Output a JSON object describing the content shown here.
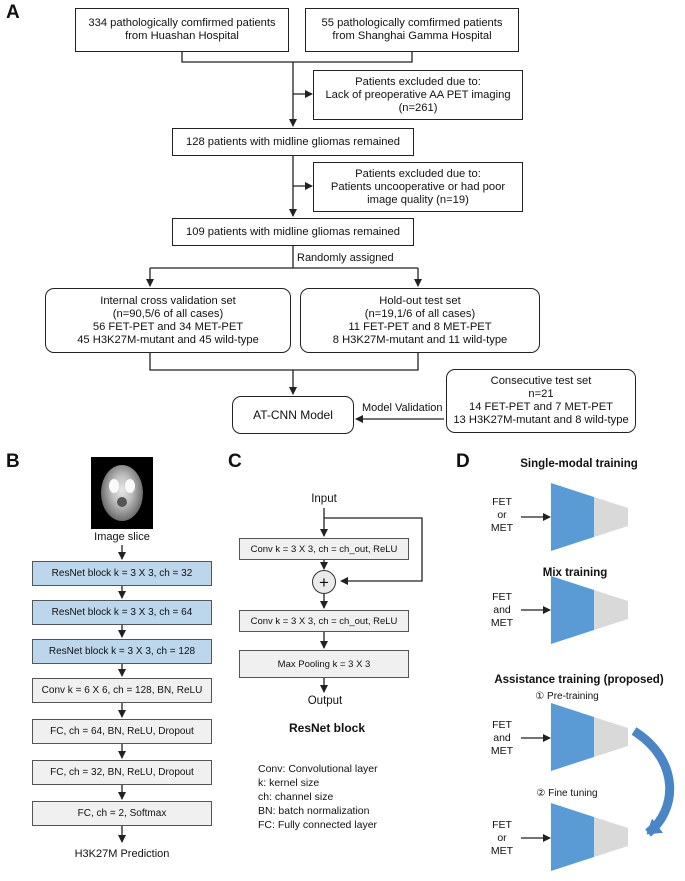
{
  "panels": {
    "a": "A",
    "b": "B",
    "c": "C",
    "d": "D"
  },
  "flow": {
    "source1": [
      "334 pathologically comfirmed patients",
      "from Huashan Hospital"
    ],
    "source2": [
      "55 pathologically comfirmed patients",
      "from Shanghai Gamma Hospital"
    ],
    "excluded1": [
      "Patients excluded due to:",
      "Lack of preoperative AA PET imaging",
      "(n=261)"
    ],
    "remained1": "128 patients with midline gliomas remained",
    "excluded2": [
      "Patients excluded due to:",
      "Patients uncooperative or had poor",
      "image quality (n=19)"
    ],
    "remained2": "109 patients with midline gliomas remained",
    "randomly": "Randomly assigned",
    "internal": [
      "Internal cross validation set",
      "(n=90,5/6 of all cases)",
      "56 FET-PET and 34 MET-PET",
      "45 H3K27M-mutant and 45 wild-type"
    ],
    "holdout": [
      "Hold-out test  set",
      "(n=19,1/6 of all cases)",
      "11 FET-PET and 8 MET-PET",
      "8 H3K27M-mutant and 11 wild-type"
    ],
    "model": "AT-CNN Model",
    "validation": "Model Validation",
    "consecutive": [
      "Consecutive test set",
      "n=21",
      "14 FET-PET and 7 MET-PET",
      "13 H3K27M-mutant and 8 wild-type"
    ]
  },
  "network": {
    "image_label": "Image slice",
    "blocks": [
      {
        "label": "ResNet block k = 3 X 3, ch = 32",
        "kind": "blue"
      },
      {
        "label": "ResNet block k = 3 X 3, ch = 64",
        "kind": "blue"
      },
      {
        "label": "ResNet block k = 3 X 3, ch = 128",
        "kind": "blue"
      },
      {
        "label": "Conv k = 6 X 6, ch = 128, BN, ReLU",
        "kind": "gray"
      },
      {
        "label": "FC, ch = 64, BN, ReLU, Dropout",
        "kind": "gray"
      },
      {
        "label": "FC, ch = 32, BN, ReLU, Dropout",
        "kind": "gray"
      },
      {
        "label": "FC, ch = 2, Softmax",
        "kind": "gray"
      }
    ],
    "prediction": "H3K27M Prediction"
  },
  "resnet": {
    "input": "Input",
    "conv1": "Conv k = 3 X 3, ch = ch_out, ReLU",
    "plus": "+",
    "conv2": "Conv k = 3 X 3, ch = ch_out, ReLU",
    "pool": "Max Pooling k = 3 X 3",
    "output": "Output",
    "title": "ResNet block",
    "legend": [
      "Conv: Convolutional layer",
      "k: kernel size",
      "ch: channel size",
      "BN: batch normalization",
      "FC: Fully connected layer"
    ]
  },
  "training": {
    "single_title": "Single-modal training",
    "single_input": [
      "FET",
      "or",
      "MET"
    ],
    "mix_title": "Mix training",
    "mix_input": [
      "FET",
      "and",
      "MET"
    ],
    "assist_title": "Assistance training (proposed)",
    "step1": "① Pre-training",
    "step1_input": [
      "FET",
      "and",
      "MET"
    ],
    "step2": "② Fine tuning",
    "step2_input": [
      "FET",
      "or",
      "MET"
    ]
  },
  "colors": {
    "block_blue": "#bcd6ec",
    "resnet_bg": "#bcd6ec",
    "trap_blue": "#5b9bd5",
    "trap_gray": "#d9d9d9",
    "arrow_blue": "#4a86c5"
  }
}
